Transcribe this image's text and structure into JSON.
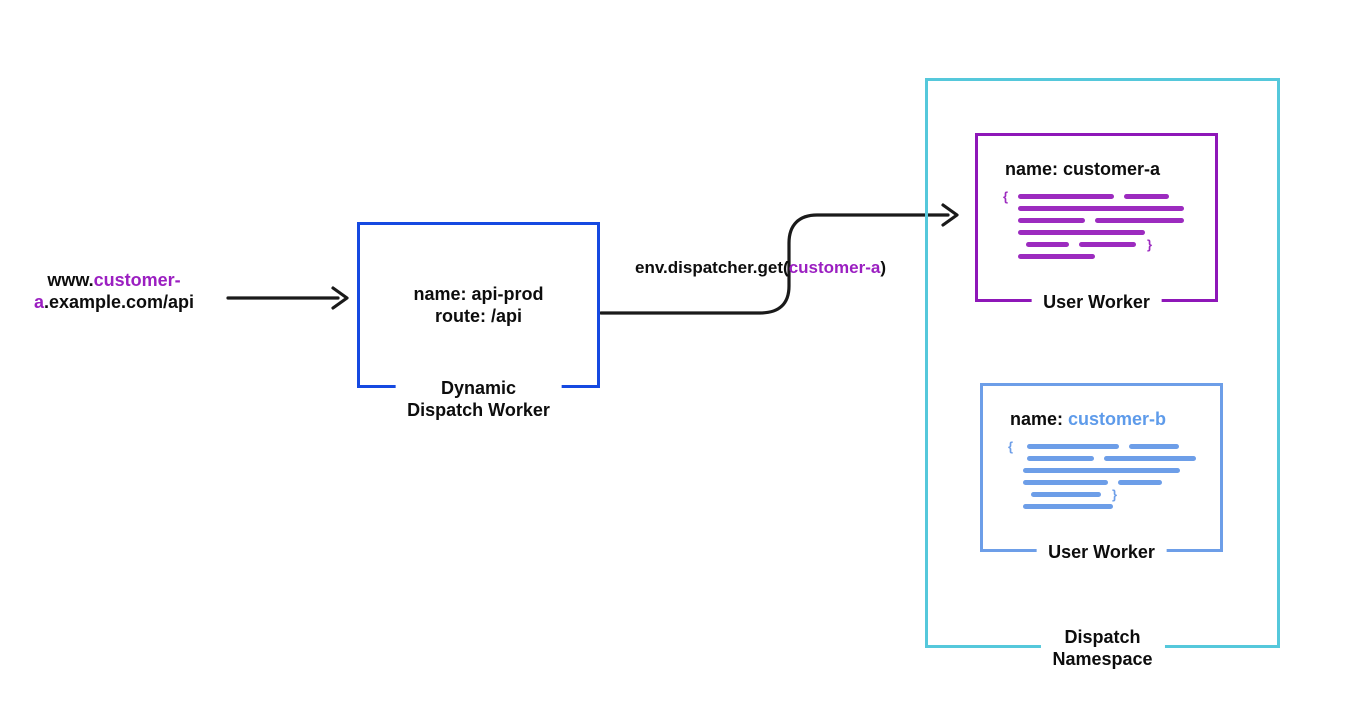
{
  "colors": {
    "dispatch_blue": "#1549e1",
    "purple": "#9b1fc1",
    "purple_border": "#8e17b8",
    "light_blue": "#6d9ee8",
    "light_blue_text": "#5e9bea",
    "namespace_cyan": "#55c8db",
    "arrow_black": "#1a1a1a"
  },
  "url": {
    "line1_black": "www.",
    "line1_purple": "customer-",
    "line2_purple": "a",
    "line2_black": ".example.com/api"
  },
  "dispatch_worker": {
    "name_line": "name: api-prod",
    "route_line": "route: /api",
    "caption_line1": "Dynamic",
    "caption_line2": "Dispatch Worker"
  },
  "dispatcher_call": {
    "prefix": "env.dispatcher.get(",
    "arg": "customer-a",
    "suffix": ")"
  },
  "worker_a": {
    "title": "name: customer-a",
    "caption": "User Worker",
    "brace_open": "{",
    "brace_close": "}"
  },
  "worker_b": {
    "title_prefix": "name: ",
    "title_value": "customer-b",
    "caption": "User Worker",
    "brace_open": "{",
    "brace_close": "}"
  },
  "namespace": {
    "caption_line1": "Dispatch",
    "caption_line2": "Namespace"
  }
}
